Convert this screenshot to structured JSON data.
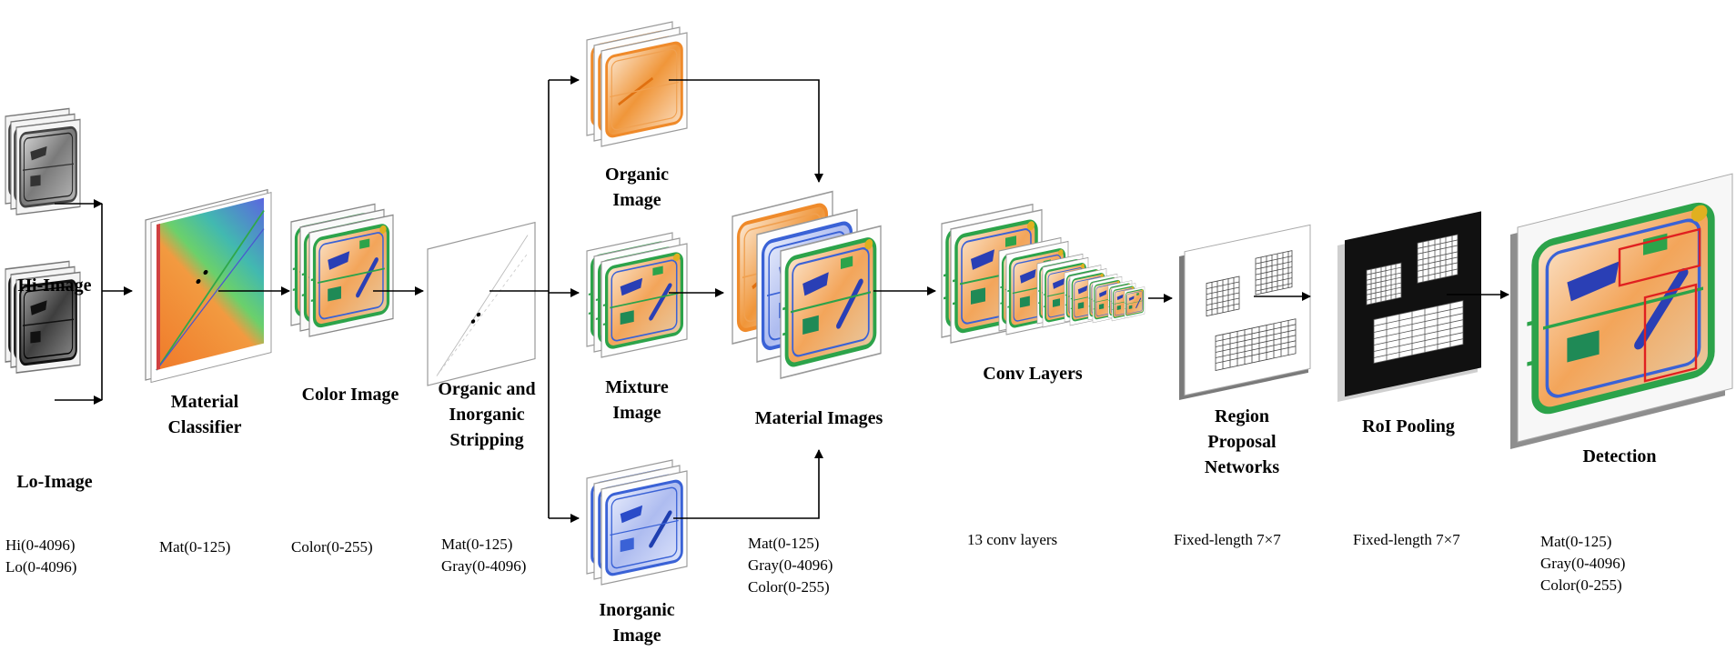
{
  "colors": {
    "organic": "#ef8a2a",
    "inorganic": "#3a62d6",
    "mixture_green": "#2ca34a",
    "gray_scan": "#6a6a6a",
    "black_panel": "#111111",
    "red_box": "#e02020"
  },
  "stages": {
    "hi_image": "Hi-Image",
    "lo_image": "Lo-Image",
    "material_classifier": "Material\nClassifier",
    "color_image": "Color Image",
    "stripping": "Organic and\nInorganic\nStripping",
    "organic_image": "Organic\nImage",
    "mixture_image": "Mixture\nImage",
    "inorganic_image": "Inorganic\nImage",
    "material_images": "Material Images",
    "conv_layers": "Conv Layers",
    "rpn": "Region\nProposal\nNetworks",
    "roi_pooling": "RoI Pooling",
    "detection": "Detection"
  },
  "ranges": {
    "input": "Hi(0-4096)\nLo(0-4096)",
    "classifier": "Mat(0-125)",
    "color": "Color(0-255)",
    "stripping": "Mat(0-125)\nGray(0-4096)",
    "material": "Mat(0-125)\nGray(0-4096)\nColor(0-255)",
    "conv": "13 conv layers",
    "rpn": "Fixed-length 7×7",
    "roi": "Fixed-length 7×7",
    "detection": "Mat(0-125)\nGray(0-4096)\nColor(0-255)"
  }
}
